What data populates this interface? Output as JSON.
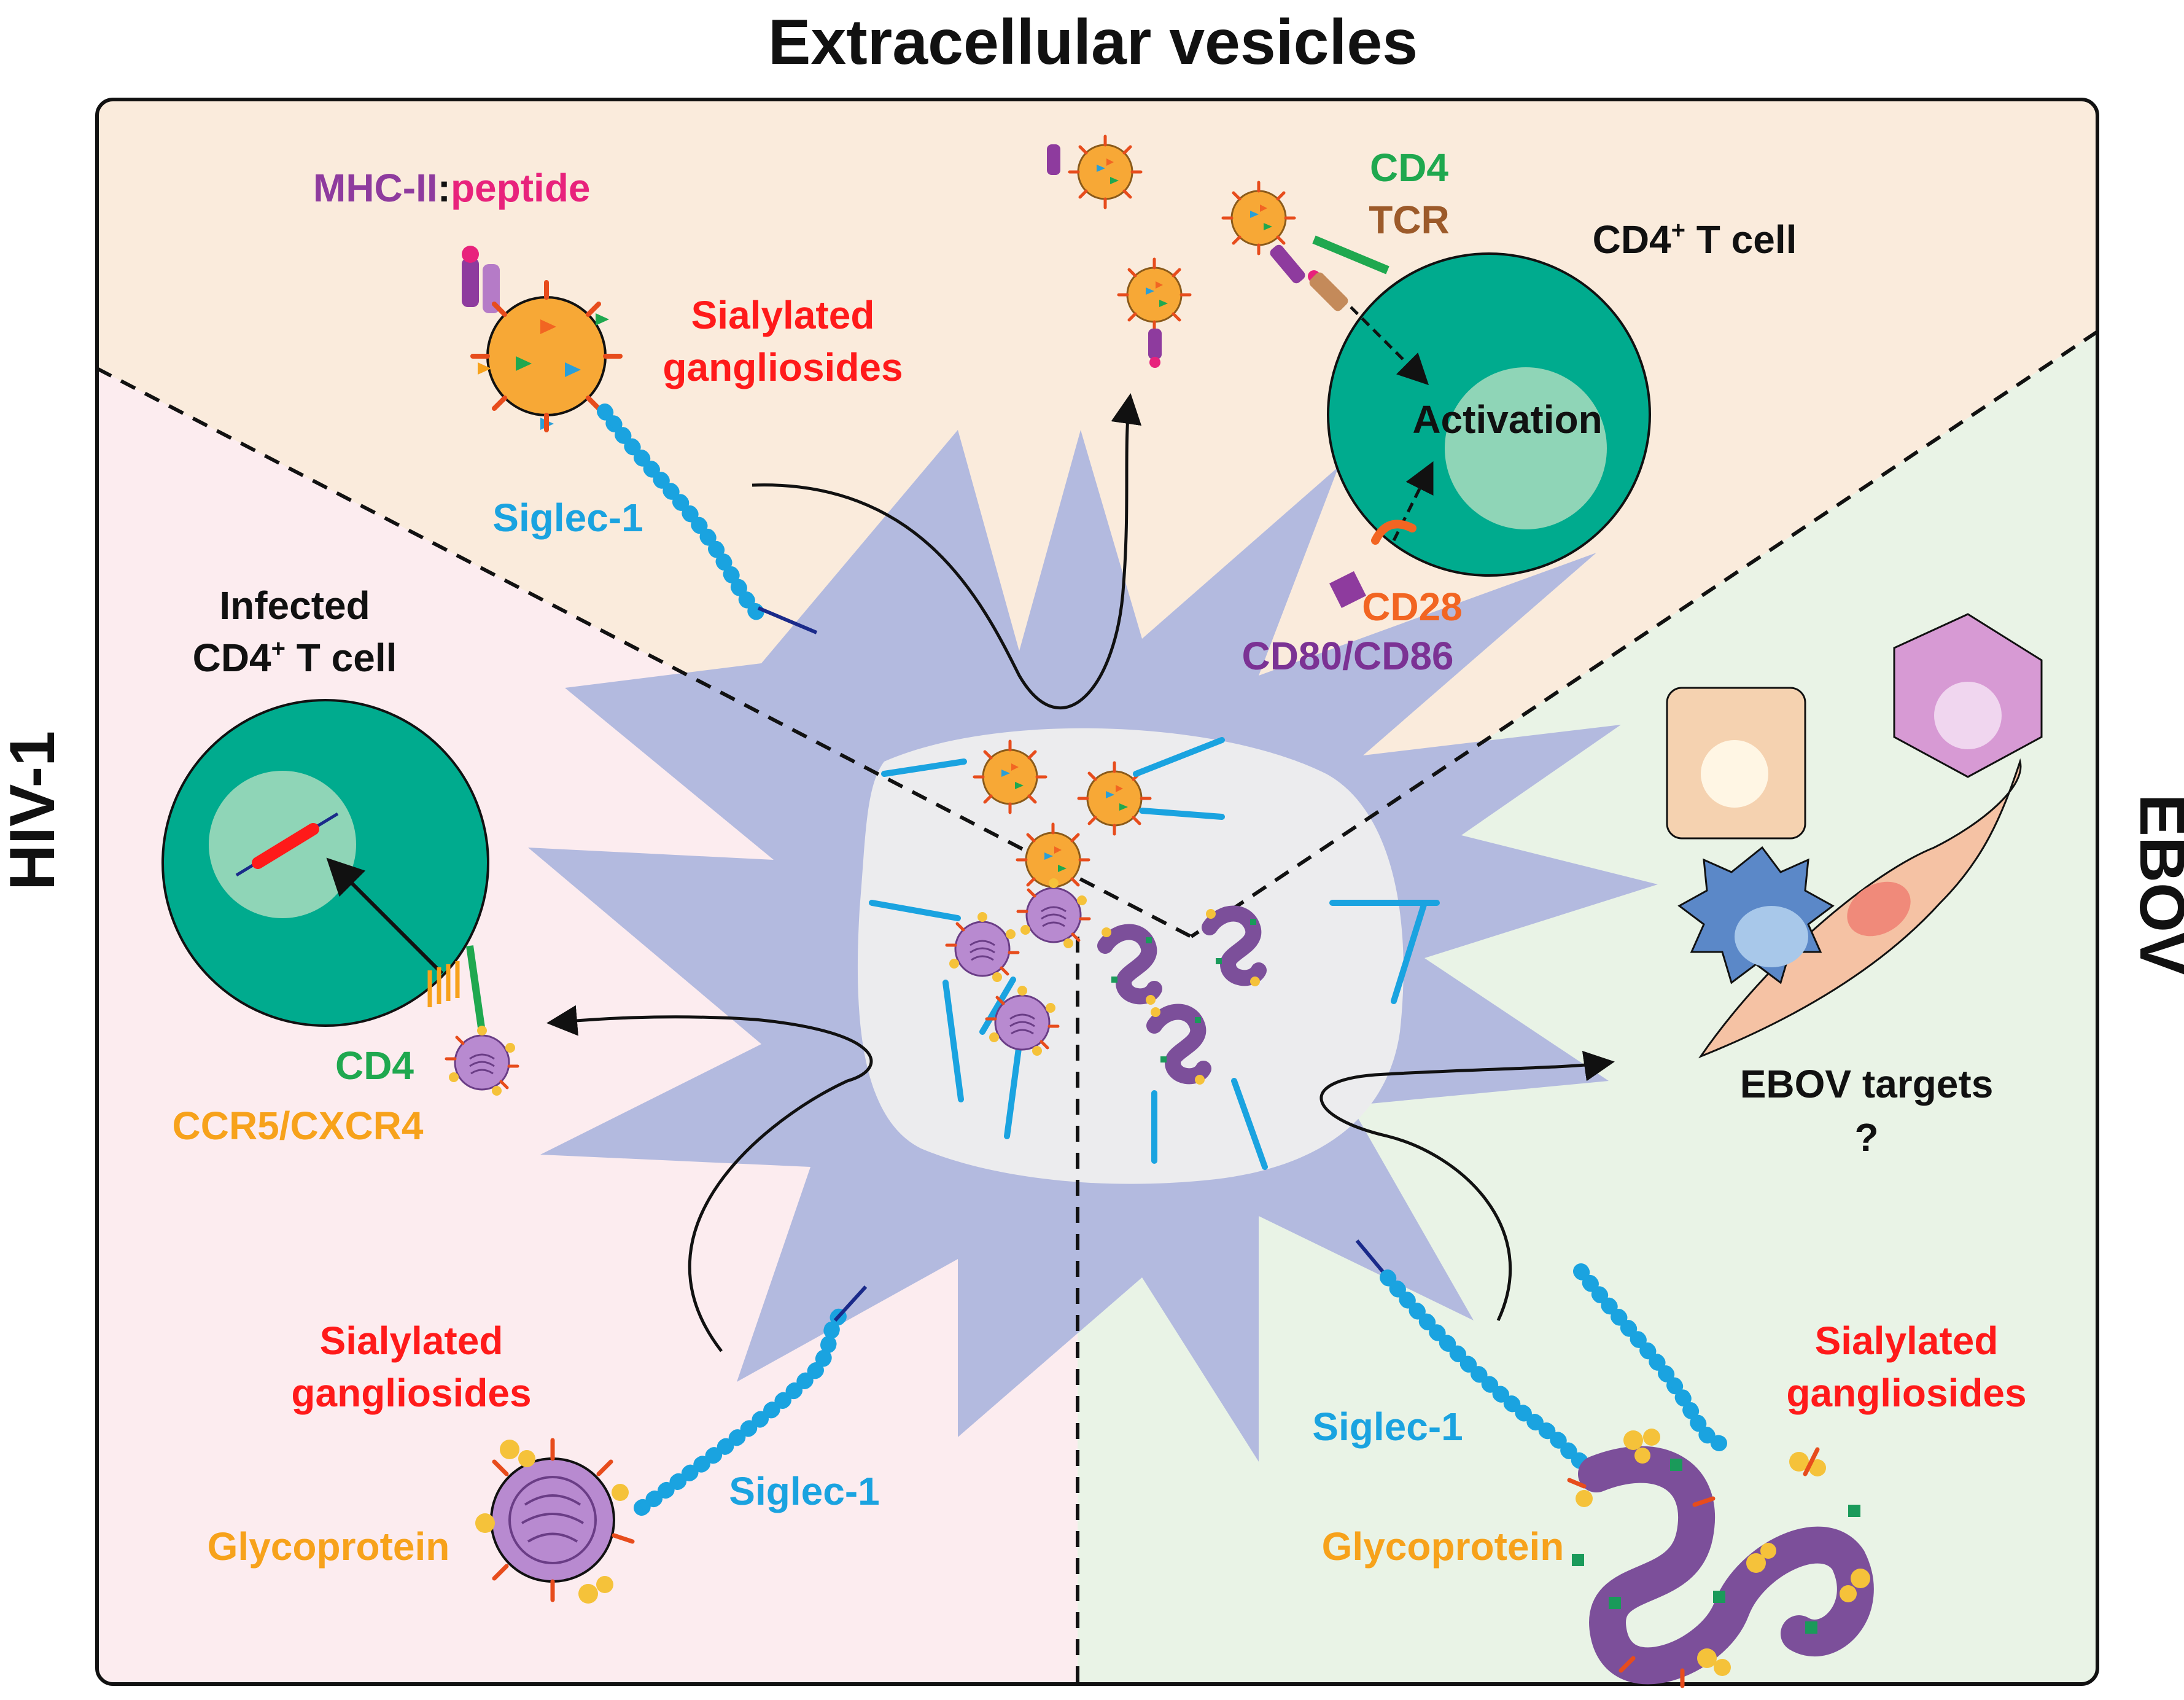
{
  "title": "Extracellular vesicles",
  "side_left": "HIV-1",
  "side_right": "EBOV",
  "colors": {
    "ev_bg": "#faebdc",
    "hiv_bg": "#fcecef",
    "ebov_bg": "#e9f3e6",
    "dendritic_cell": "#b3badf",
    "compartment": "#ececee",
    "tcell": "#00ab8e",
    "nucleus": "#8fd5b7",
    "siglec": "#1aa3e0",
    "label_red": "#ff1a1a",
    "label_orange": "#f7a21b",
    "label_green": "#1fa84f",
    "label_purple": "#8e3b9e",
    "label_magenta": "#e8227c",
    "label_brown": "#9c5a2a",
    "label_cd28": "#f26522",
    "label_cd80": "#7b3294"
  },
  "labels": {
    "mhc": "MHC-II",
    "colon": ":",
    "peptide": "peptide",
    "sial_top_1": "Sialylated",
    "sial_top_2": "gangliosides",
    "siglec_top": "Siglec-1",
    "cd4_top": "CD4",
    "tcr": "TCR",
    "cd4_tcell_main": "CD4",
    "cd4_tcell_sup": "+",
    "cd4_tcell_rest": " T cell",
    "activation": "Activation",
    "cd28": "CD28",
    "cd80": "CD80/CD86",
    "infected_1": "Infected",
    "infected_2_main": "CD4",
    "infected_2_sup": "+",
    "infected_2_rest": " T cell",
    "cd4_left": "CD4",
    "ccr5": "CCR5/CXCR4",
    "sial_left_1": "Sialylated",
    "sial_left_2": "gangliosides",
    "glyco_left": "Glycoprotein",
    "siglec_left": "Siglec-1",
    "ebov_targets": "EBOV targets",
    "question": "?",
    "sial_right_1": "Sialylated",
    "sial_right_2": "gangliosides",
    "siglec_right": "Siglec-1",
    "glyco_right": "Glycoprotein"
  }
}
